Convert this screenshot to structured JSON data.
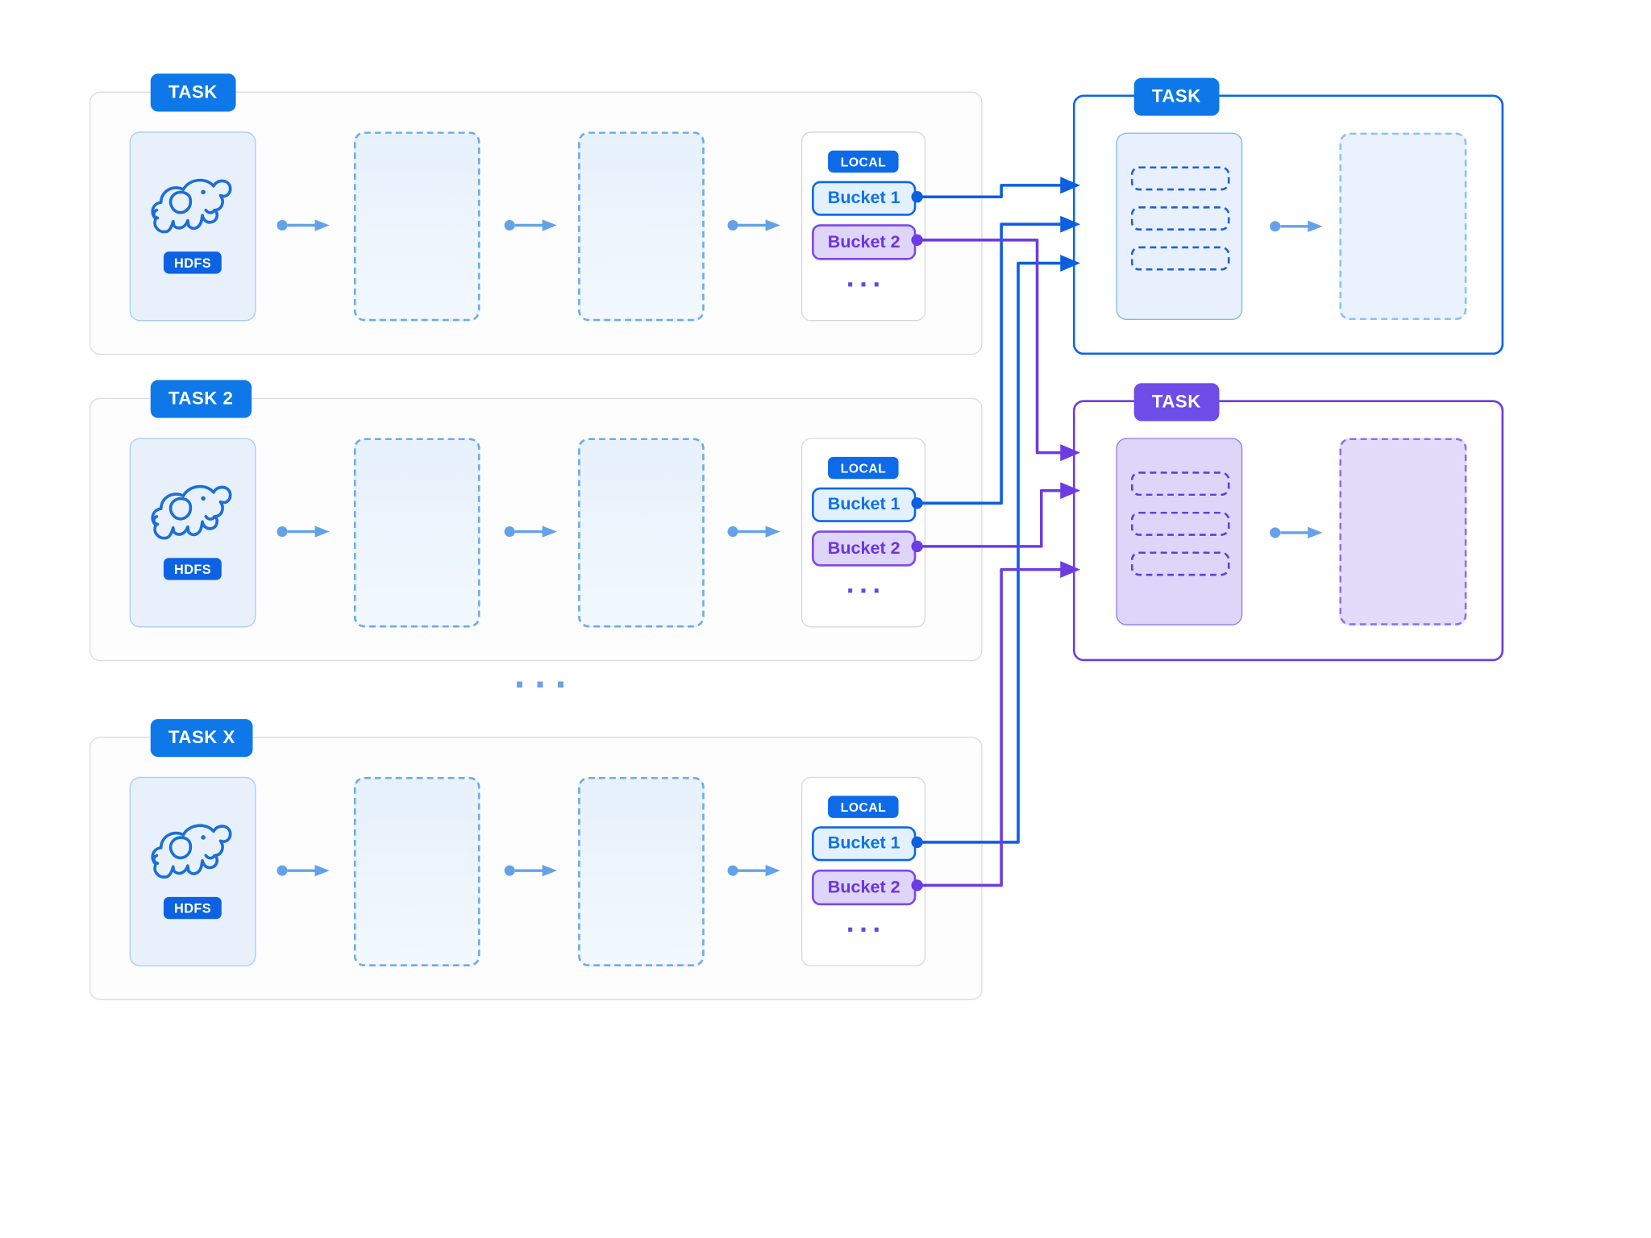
{
  "left_tasks": [
    {
      "badge": "TASK",
      "hdfs_badge": "HDFS",
      "local_badge": "LOCAL",
      "bucket1": "Bucket 1",
      "bucket2": "Bucket 2",
      "ellipsis": "..."
    },
    {
      "badge": "TASK 2",
      "hdfs_badge": "HDFS",
      "local_badge": "LOCAL",
      "bucket1": "Bucket 1",
      "bucket2": "Bucket 2",
      "ellipsis": "..."
    },
    {
      "badge": "TASK X",
      "hdfs_badge": "HDFS",
      "local_badge": "LOCAL",
      "bucket1": "Bucket 1",
      "bucket2": "Bucket 2",
      "ellipsis": "..."
    }
  ],
  "tasks_separator_ellipsis": "...",
  "right_tasks": [
    {
      "badge": "TASK",
      "theme": "blue"
    },
    {
      "badge": "TASK",
      "theme": "purple"
    }
  ],
  "icons": {
    "hadoop_elephant": "hadoop-elephant-outline",
    "flow_arrow": "dot-arrow-right",
    "connector_start": "filled-dot",
    "connector_end": "filled-arrowhead"
  },
  "colors": {
    "task_badge_blue": "#0e78e8",
    "task_badge_purple": "#6e4ce8",
    "hdfs_badge_bg": "#0d62e2",
    "local_badge_bg": "#0d6be8",
    "bucket1_border": "#0d66e6",
    "bucket1_bg": "#e3f1fd",
    "bucket1_text": "#0d72e8",
    "bucket2_border": "#7a49ea",
    "bucket2_bg": "#ded5f9",
    "bucket2_text": "#6a35e0",
    "connector_blue": "#0c5fe0",
    "connector_purple": "#6c3ce2",
    "flow_arrow_blue": "#63a2e8",
    "right_box_blue_border": "#0d66e6",
    "right_box_purple_border": "#6c3ce0"
  }
}
